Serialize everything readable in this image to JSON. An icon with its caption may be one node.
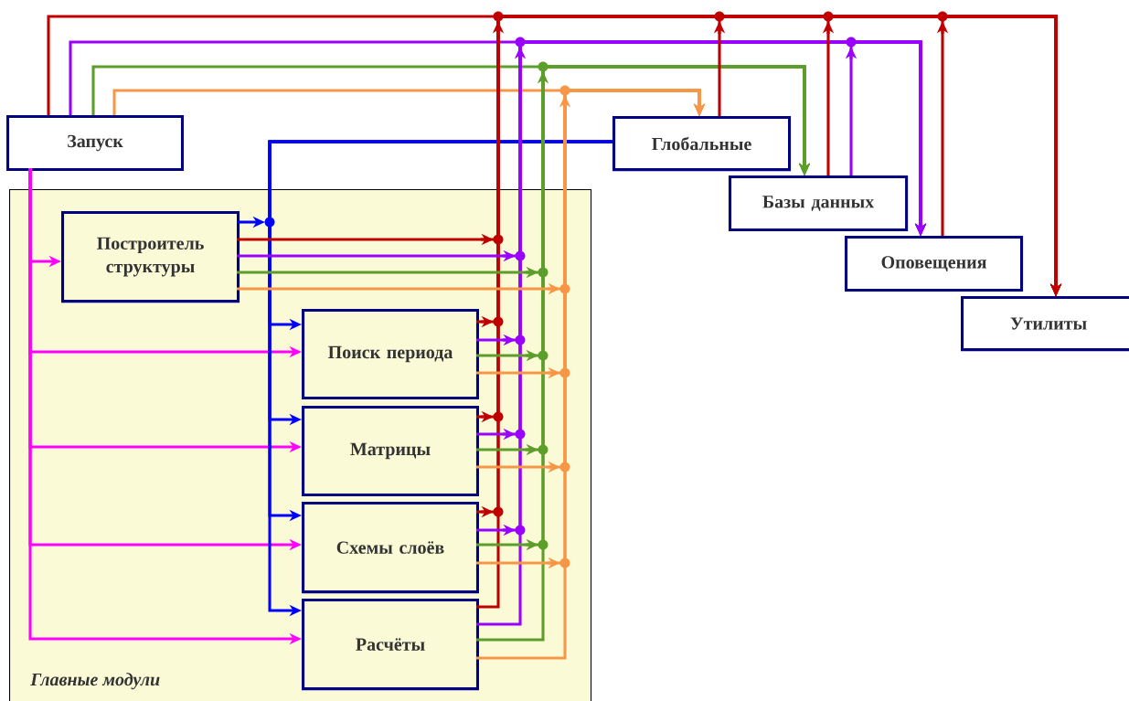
{
  "diagram": {
    "nodes": [
      {
        "text": [
          "Запуск"
        ]
      },
      {
        "text": [
          "Главные модули"
        ]
      },
      {
        "text": [
          "Построитель структуры"
        ],
        "in": 1
      },
      {
        "text": [
          "Поиск периода"
        ],
        "in": 1
      },
      {
        "text": [
          "Матрицы"
        ],
        "in": 1
      },
      {
        "text": [
          "Схемы слоёв"
        ],
        "in": 1
      },
      {
        "text": [
          "Расчёты"
        ],
        "in": 1
      },
      {
        "text": [
          "Глобальные"
        ]
      },
      {
        "text": [
          "Базы данных"
        ]
      },
      {
        "text": [
          "Оповещения"
        ]
      },
      {
        "text": [
          "Утилиты"
        ]
      }
    ],
    "edges": [
      {
        "from": 0,
        "to": 7,
        "arrow": "to",
        "color": "#f79646"
      },
      {
        "from": 0,
        "to": 8,
        "arrow": "to",
        "color": "#5c9e2a"
      },
      {
        "from": 0,
        "to": 9,
        "arrow": "to",
        "color": "#9900ff"
      },
      {
        "from": 0,
        "to": 10,
        "arrow": "to"
      },
      {
        "from": 0,
        "to": 2,
        "arrow": "to",
        "color": "#ff00ff"
      },
      {
        "from": 0,
        "to": 3,
        "arrow": "to",
        "color": "#ff00ff"
      },
      {
        "from": 0,
        "to": 4,
        "arrow": "to",
        "color": "#ff00ff"
      },
      {
        "from": 0,
        "to": 5,
        "arrow": "to",
        "color": "#ff00ff"
      },
      {
        "from": 0,
        "to": 6,
        "arrow": "to",
        "color": "#ff00ff"
      },
      {
        "from": 2,
        "to": null,
        "arrow": "to",
        "color": "#0000ff"
      },
      {
        "from": 7,
        "to": 3,
        "arrow": "to",
        "color": "#0000ff"
      },
      {
        "from": 7,
        "to": 4,
        "arrow": "to",
        "color": "#0000ff"
      },
      {
        "from": 7,
        "to": 5,
        "arrow": "to",
        "color": "#0000ff"
      },
      {
        "from": 7,
        "to": 6,
        "arrow": "to",
        "color": "#0000ff"
      },
      {
        "from": 2,
        "to": 10,
        "arrow": "to"
      },
      {
        "from": 3,
        "to": 10,
        "arrow": "to"
      },
      {
        "from": 4,
        "to": 10,
        "arrow": "to"
      },
      {
        "from": 5,
        "to": 10,
        "arrow": "to"
      },
      {
        "from": 6,
        "to": 10,
        "arrow": "to"
      },
      {
        "from": 2,
        "to": 9,
        "arrow": "to",
        "color": "#9900ff"
      },
      {
        "from": 3,
        "to": 9,
        "arrow": "to",
        "color": "#9900ff"
      },
      {
        "from": 4,
        "to": 9,
        "arrow": "to",
        "color": "#9900ff"
      },
      {
        "from": 5,
        "to": 9,
        "arrow": "to",
        "color": "#9900ff"
      },
      {
        "from": 6,
        "to": 9,
        "arrow": "to",
        "color": "#9900ff"
      },
      {
        "from": 2,
        "to": 8,
        "arrow": "to",
        "color": "#5c9e2a"
      },
      {
        "from": 3,
        "to": 8,
        "arrow": "to",
        "color": "#5c9e2a"
      },
      {
        "from": 4,
        "to": 8,
        "arrow": "to",
        "color": "#5c9e2a"
      },
      {
        "from": 5,
        "to": 8,
        "arrow": "to",
        "color": "#5c9e2a"
      },
      {
        "from": 6,
        "to": 8,
        "arrow": "to",
        "color": "#5c9e2a"
      },
      {
        "from": 2,
        "to": 7,
        "arrow": "to",
        "color": "#f79646"
      },
      {
        "from": 3,
        "to": 7,
        "arrow": "to",
        "color": "#f79646"
      },
      {
        "from": 4,
        "to": 7,
        "arrow": "to",
        "color": "#f79646"
      },
      {
        "from": 5,
        "to": 7,
        "arrow": "to",
        "color": "#f79646"
      },
      {
        "from": 6,
        "to": 7,
        "arrow": "to",
        "color": "#f79646"
      },
      {
        "from": 7,
        "to": 10,
        "arrow": "to"
      },
      {
        "from": 8,
        "to": 10,
        "arrow": "to"
      },
      {
        "from": 9,
        "to": 10,
        "arrow": "to"
      },
      {
        "from": 8,
        "to": 9,
        "arrow": "to",
        "color": "#9900ff"
      }
    ]
  }
}
